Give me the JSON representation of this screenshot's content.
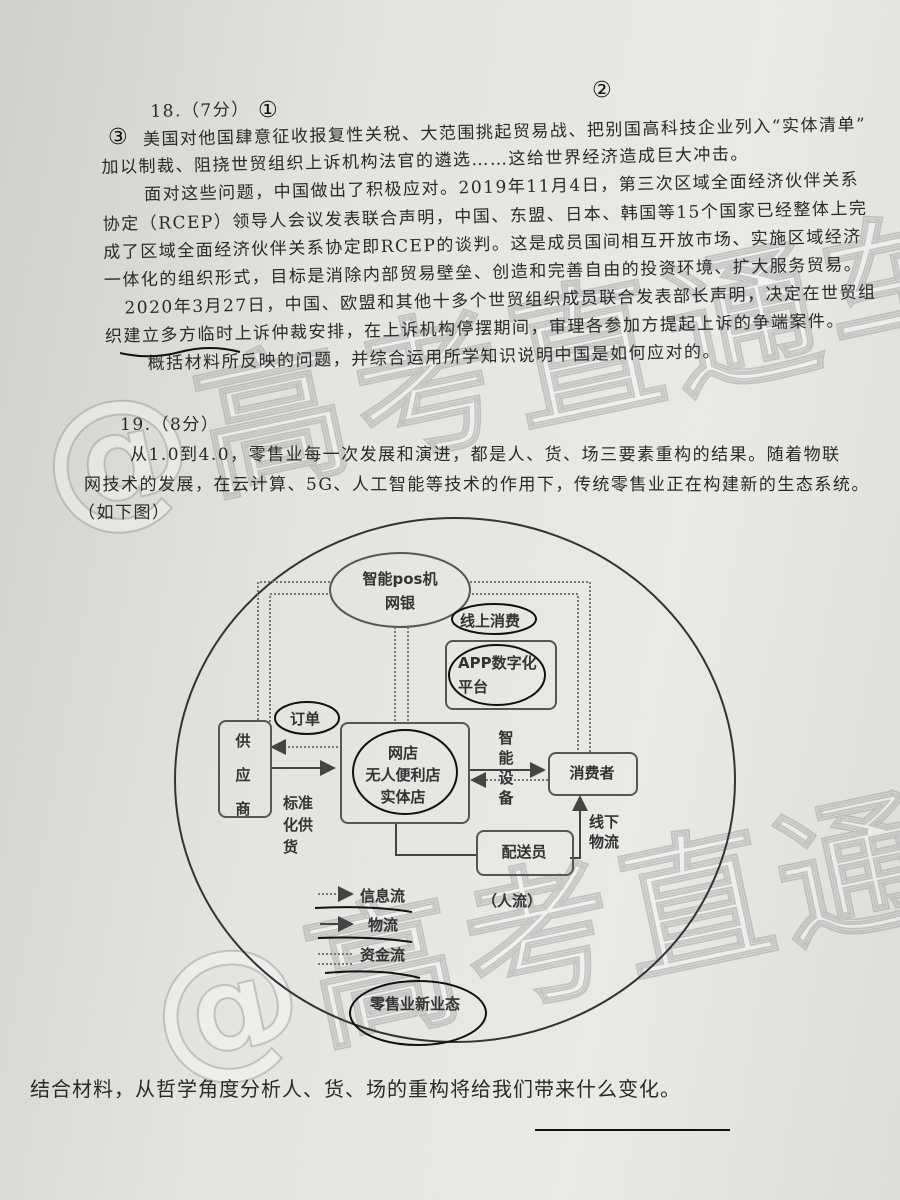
{
  "q18": {
    "number": "18.（7分）",
    "lines": [
      "美国对他国肆意征收报复性关税、大范围挑起贸易战、把别国高科技企业列入“实体清单”",
      "加以制裁、阻挠世贸组织上诉机构法官的遴选……这给世界经济造成巨大冲击。",
      "面对这些问题，中国做出了积极应对。2019年11月4日，第三次区域全面经济伙伴关系",
      "协定（RCEP）领导人会议发表联合声明，中国、东盟、日本、韩国等15个国家已经整体上完",
      "成了区域全面经济伙伴关系协定即RCEP的谈判。这是成员国间相互开放市场、实施区域经济",
      "一体化的组织形式，目标是消除内部贸易壁垒、创造和完善自由的投资环境、扩大服务贸易。",
      "2020年3月27日，中国、欧盟和其他十多个世贸组织成员联合发表部长声明，决定在世贸组",
      "织建立多方临时上诉仲裁安排，在上诉机构停摆期间，审理各参加方提起上诉的争端案件。"
    ],
    "question": "概括材料所反映的问题，并综合运用所学知识说明中国是如何应对的。"
  },
  "q19": {
    "number": "19.（8分）",
    "lines": [
      "从1.0到4.0，零售业每一次发展和演进，都是人、货、场三要素重构的结果。随着物联",
      "网技术的发展，在云计算、5G、人工智能等技术的作用下，传统零售业正在构建新的生态系统。",
      "（如下图）"
    ],
    "question": "结合材料，从哲学角度分析人、货、场的重构将给我们带来什么变化。"
  },
  "diagram": {
    "pos_line1": "智能pos机",
    "pos_line2": "网银",
    "online": "线上消费",
    "app_line1": "APP数字化",
    "app_line2": "平台",
    "order": "订单",
    "supplier": "供应商",
    "store_line1": "网店",
    "store_line2": "无人便利店",
    "store_line3": "实体店",
    "smart_device": "智能设备",
    "consumer": "消费者",
    "standard_supply": "标准化供货",
    "courier": "配送员",
    "offline_logistics": "线下物流",
    "people_flow": "（人流）",
    "legend": [
      "信息流",
      "物流",
      "资金流"
    ],
    "bottom": "零售业新业态"
  },
  "annotations": {
    "one": "①",
    "two": "②",
    "three": "③"
  },
  "watermark": "@高考直通车"
}
